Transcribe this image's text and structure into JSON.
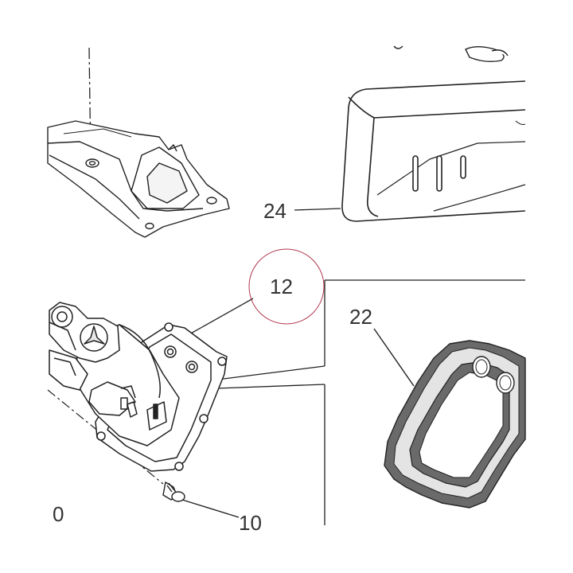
{
  "callouts": {
    "part_24": "24",
    "part_12": "12",
    "part_22": "22",
    "part_10": "10",
    "part_0": "0"
  },
  "colors": {
    "line": "#222222",
    "gasket_fill": "#6a6a6a",
    "highlight_circle": "#b0394f",
    "callout_text": "#333333"
  }
}
